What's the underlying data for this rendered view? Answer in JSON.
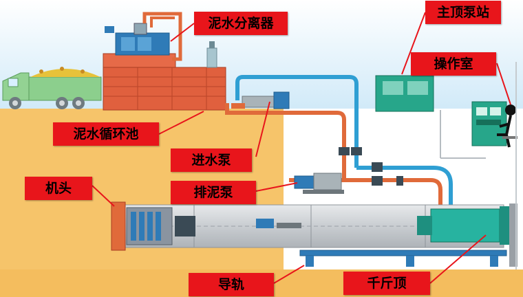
{
  "labels": {
    "slurry_separator": "泥水分离器",
    "main_jacking_station": "主顶泵站",
    "control_room": "操作室",
    "slurry_circulation_pool": "泥水循环池",
    "inlet_pump": "进水泵",
    "machine_head": "机头",
    "slurry_discharge_pump": "排泥泵",
    "guide_rail": "导轨",
    "jack": "千斤顶"
  },
  "colors": {
    "label_bg": "#e8151b",
    "soil": "#f6c46a",
    "sky": "#d2ecfa",
    "tank_red": "#e0603e",
    "water_pipe": "#2f9fd3",
    "slurry_pipe": "#e06a3a",
    "equipment_green": "#27a68a",
    "pipe_gray": "#cdd0d3"
  }
}
